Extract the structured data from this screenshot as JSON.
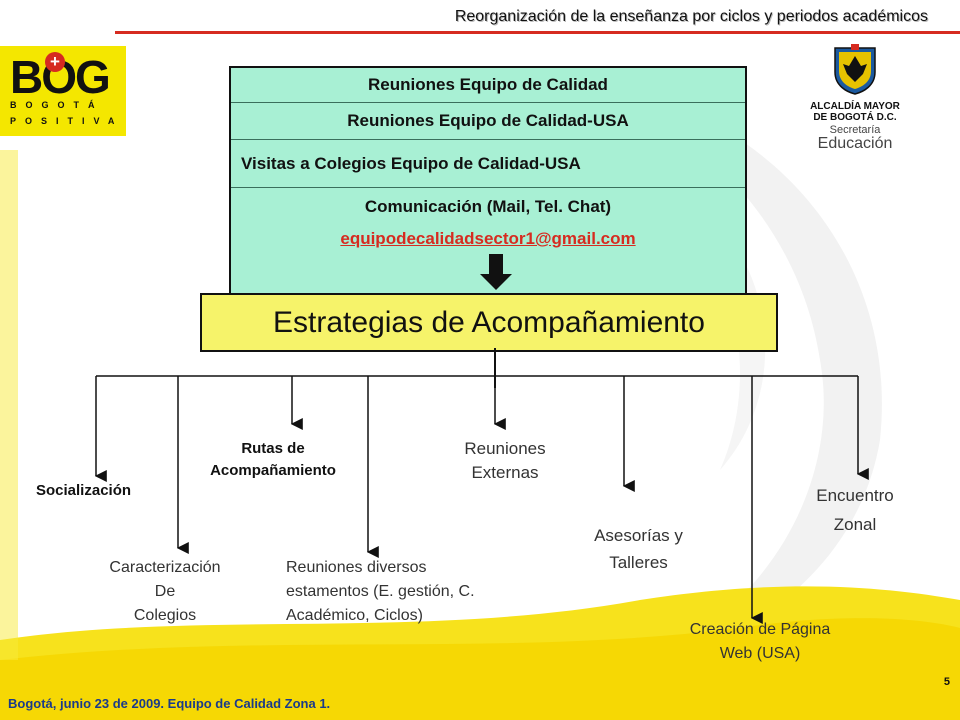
{
  "header": {
    "title": "Reorganización de la enseñanza por ciclos  y periodos académicos"
  },
  "logos": {
    "bog": {
      "word": "BOG",
      "line1": "BOGOTÁ",
      "line2": "POSITIVA"
    },
    "alcaldia": {
      "line1": "ALCALDÍA MAYOR",
      "line2": "DE BOGOTÁ D.C.",
      "line3": "Secretaría",
      "line4": "Educación"
    }
  },
  "info_box": {
    "row1": "Reuniones Equipo de Calidad",
    "row2": "Reuniones Equipo de Calidad-USA",
    "row3": "Visitas a Colegios Equipo de Calidad-USA",
    "row4_title": "Comunicación (Mail, Tel. Chat)",
    "row4_email": "equipodecalidadsector1@gmail.com"
  },
  "strategy": {
    "title": "Estrategias  de Acompañamiento"
  },
  "branches": {
    "socializacion": "Socialización",
    "rutas_line1": "Rutas de",
    "rutas_line2": "Acompañamiento",
    "reuniones_ext_line1": "Reuniones",
    "reuniones_ext_line2": "Externas",
    "asesorias_line1": "Asesorías y",
    "asesorias_line2": "Talleres",
    "encuentro_line1": "Encuentro",
    "encuentro_line2": "Zonal",
    "caracterizacion_line1": "Caracterización",
    "caracterizacion_line2": "De",
    "caracterizacion_line3": "Colegios",
    "reuniones_div_line1": "Reuniones diversos",
    "reuniones_div_line2": "estamentos (E. gestión, C.",
    "reuniones_div_line3": "Académico, Ciclos)",
    "creacion_line1": "Creación de Página",
    "creacion_line2": "Web (USA)"
  },
  "footer": {
    "text": "Bogotá, junio 23 de 2009.  Equipo de Calidad Zona 1.",
    "page": "5"
  },
  "colors": {
    "accent_red": "#d62b20",
    "logo_yellow": "#f4e700",
    "box_green": "#a8f0d4",
    "box_yellow": "#f6f36a"
  }
}
